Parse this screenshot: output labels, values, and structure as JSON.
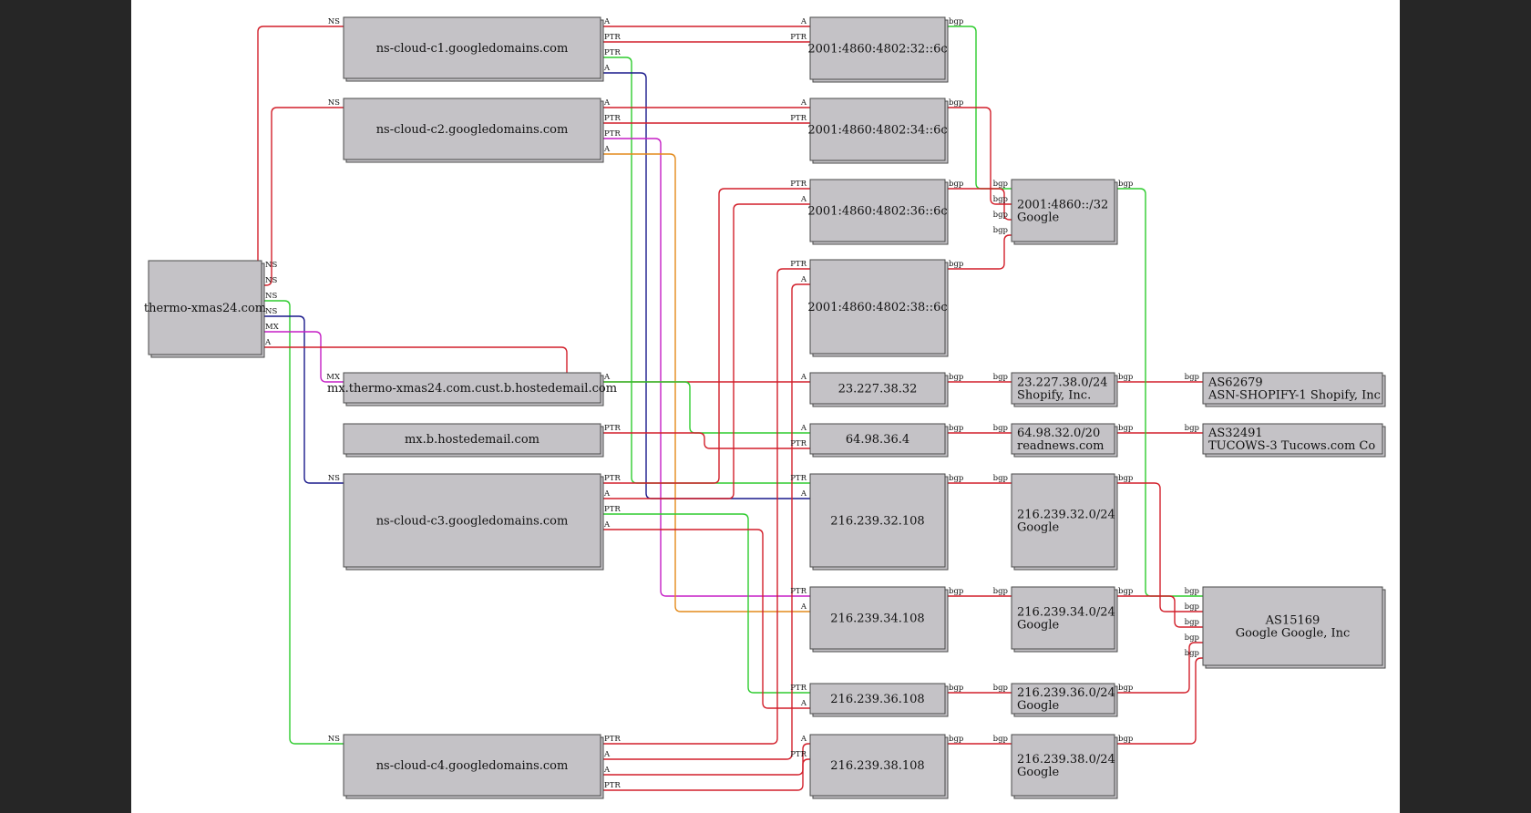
{
  "colors": {
    "red": "#d21f2a",
    "green": "#2ecc2e",
    "navy": "#1a1a8c",
    "magenta": "#c51fc5",
    "orange": "#e38a1b",
    "box_fill": "#c4c2c6",
    "background": "#262626"
  },
  "nodes": [
    {
      "id": "thermo",
      "lines": [
        "thermo-xmas24.com"
      ]
    },
    {
      "id": "c1",
      "lines": [
        "ns-cloud-c1.googledomains.com"
      ]
    },
    {
      "id": "c2",
      "lines": [
        "ns-cloud-c2.googledomains.com"
      ]
    },
    {
      "id": "mxth",
      "lines": [
        "mx.thermo-xmas24.com.cust.b.hostedemail.com"
      ]
    },
    {
      "id": "mxb",
      "lines": [
        "mx.b.hostedemail.com"
      ]
    },
    {
      "id": "c3",
      "lines": [
        "ns-cloud-c3.googledomains.com"
      ]
    },
    {
      "id": "c4",
      "lines": [
        "ns-cloud-c4.googledomains.com"
      ]
    },
    {
      "id": "ip6_32",
      "lines": [
        "2001:4860:4802:32::6c"
      ]
    },
    {
      "id": "ip6_34",
      "lines": [
        "2001:4860:4802:34::6c"
      ]
    },
    {
      "id": "ip6_36",
      "lines": [
        "2001:4860:4802:36::6c"
      ]
    },
    {
      "id": "ip6_38",
      "lines": [
        "2001:4860:4802:38::6c"
      ]
    },
    {
      "id": "ip_shop",
      "lines": [
        "23.227.38.32"
      ]
    },
    {
      "id": "ip_tuc",
      "lines": [
        "64.98.36.4"
      ]
    },
    {
      "id": "ip_32",
      "lines": [
        "216.239.32.108"
      ]
    },
    {
      "id": "ip_34",
      "lines": [
        "216.239.34.108"
      ]
    },
    {
      "id": "ip_36",
      "lines": [
        "216.239.36.108"
      ]
    },
    {
      "id": "ip_38",
      "lines": [
        "216.239.38.108"
      ]
    },
    {
      "id": "pfx6",
      "lines": [
        "2001:4860::/32",
        "Google"
      ]
    },
    {
      "id": "pfx_shop",
      "lines": [
        "23.227.38.0/24",
        "Shopify, Inc."
      ]
    },
    {
      "id": "pfx_tuc",
      "lines": [
        "64.98.32.0/20",
        "readnews.com"
      ]
    },
    {
      "id": "pfx_32",
      "lines": [
        "216.239.32.0/24",
        "Google"
      ]
    },
    {
      "id": "pfx_34",
      "lines": [
        "216.239.34.0/24",
        "Google"
      ]
    },
    {
      "id": "pfx_36",
      "lines": [
        "216.239.36.0/24",
        "Google"
      ]
    },
    {
      "id": "pfx_38",
      "lines": [
        "216.239.38.0/24",
        "Google"
      ]
    },
    {
      "id": "as_shop",
      "lines": [
        "AS62679",
        "ASN-SHOPIFY-1 Shopify, Inc"
      ]
    },
    {
      "id": "as_tuc",
      "lines": [
        "AS32491",
        "TUCOWS-3 Tucows.com Co"
      ]
    },
    {
      "id": "as_goog",
      "lines": [
        "AS15169",
        "Google Google, Inc"
      ]
    }
  ],
  "edges": [
    {
      "from": "thermo",
      "to": "c1",
      "labels": [
        "NS",
        "NS"
      ],
      "color": "red"
    },
    {
      "from": "thermo",
      "to": "c2",
      "labels": [
        "NS",
        "NS"
      ],
      "color": "red"
    },
    {
      "from": "thermo",
      "to": "c4",
      "labels": [
        "NS",
        "NS"
      ],
      "color": "green"
    },
    {
      "from": "thermo",
      "to": "c3",
      "labels": [
        "NS",
        "NS"
      ],
      "color": "navy"
    },
    {
      "from": "thermo",
      "to": "mxth",
      "labels": [
        "MX",
        "MX"
      ],
      "color": "magenta"
    },
    {
      "from": "thermo",
      "to": "ip_shop",
      "labels": [
        "A",
        "A"
      ],
      "color": "red"
    },
    {
      "from": "c1",
      "to": "ip6_32",
      "labels": [
        "A",
        "A"
      ],
      "color": "red"
    },
    {
      "from": "c1",
      "to": "ip6_32",
      "labels": [
        "PTR",
        "PTR"
      ],
      "color": "red"
    },
    {
      "from": "c1",
      "to": "ip_32",
      "labels": [
        "PTR",
        "PTR"
      ],
      "color": "green"
    },
    {
      "from": "c1",
      "to": "ip_32",
      "labels": [
        "A",
        "A"
      ],
      "color": "navy"
    },
    {
      "from": "c2",
      "to": "ip6_34",
      "labels": [
        "A",
        "A"
      ],
      "color": "red"
    },
    {
      "from": "c2",
      "to": "ip6_34",
      "labels": [
        "PTR",
        "PTR"
      ],
      "color": "red"
    },
    {
      "from": "c2",
      "to": "ip_34",
      "labels": [
        "PTR",
        "PTR"
      ],
      "color": "magenta"
    },
    {
      "from": "c2",
      "to": "ip_34",
      "labels": [
        "A",
        "A"
      ],
      "color": "orange"
    },
    {
      "from": "mxth",
      "to": "ip_tuc",
      "labels": [
        "A",
        "A"
      ],
      "color": "green"
    },
    {
      "from": "mxb",
      "to": "ip_tuc",
      "labels": [
        "PTR",
        "PTR"
      ],
      "color": "red"
    },
    {
      "from": "c3",
      "to": "ip6_36",
      "labels": [
        "PTR",
        "PTR"
      ],
      "color": "red"
    },
    {
      "from": "c3",
      "to": "ip6_36",
      "labels": [
        "A",
        "A"
      ],
      "color": "red"
    },
    {
      "from": "c3",
      "to": "ip_36",
      "labels": [
        "PTR",
        "PTR"
      ],
      "color": "green"
    },
    {
      "from": "c3",
      "to": "ip_36",
      "labels": [
        "A",
        "A"
      ],
      "color": "red"
    },
    {
      "from": "c4",
      "to": "ip6_38",
      "labels": [
        "PTR",
        "PTR"
      ],
      "color": "red"
    },
    {
      "from": "c4",
      "to": "ip6_38",
      "labels": [
        "A",
        "A"
      ],
      "color": "red"
    },
    {
      "from": "c4",
      "to": "ip_38",
      "labels": [
        "A",
        "A"
      ],
      "color": "red"
    },
    {
      "from": "c4",
      "to": "ip_38",
      "labels": [
        "PTR",
        "PTR"
      ],
      "color": "red"
    },
    {
      "from": "ip6_32",
      "to": "pfx6",
      "labels": [
        "bgp",
        "bgp"
      ],
      "color": "green"
    },
    {
      "from": "ip6_34",
      "to": "pfx6",
      "labels": [
        "bgp",
        "bgp"
      ],
      "color": "red"
    },
    {
      "from": "ip6_36",
      "to": "pfx6",
      "labels": [
        "bgp",
        "bgp"
      ],
      "color": "red"
    },
    {
      "from": "ip6_38",
      "to": "pfx6",
      "labels": [
        "bgp",
        "bgp"
      ],
      "color": "red"
    },
    {
      "from": "ip_shop",
      "to": "pfx_shop",
      "labels": [
        "bgp",
        "bgp"
      ],
      "color": "red"
    },
    {
      "from": "ip_tuc",
      "to": "pfx_tuc",
      "labels": [
        "bgp",
        "bgp"
      ],
      "color": "red"
    },
    {
      "from": "ip_32",
      "to": "pfx_32",
      "labels": [
        "bgp",
        "bgp"
      ],
      "color": "red"
    },
    {
      "from": "ip_34",
      "to": "pfx_34",
      "labels": [
        "bgp",
        "bgp"
      ],
      "color": "red"
    },
    {
      "from": "ip_36",
      "to": "pfx_36",
      "labels": [
        "bgp",
        "bgp"
      ],
      "color": "red"
    },
    {
      "from": "ip_38",
      "to": "pfx_38",
      "labels": [
        "bgp",
        "bgp"
      ],
      "color": "red"
    },
    {
      "from": "pfx_shop",
      "to": "as_shop",
      "labels": [
        "bgp",
        "bgp"
      ],
      "color": "red"
    },
    {
      "from": "pfx_tuc",
      "to": "as_tuc",
      "labels": [
        "bgp",
        "bgp"
      ],
      "color": "red"
    },
    {
      "from": "pfx6",
      "to": "as_goog",
      "labels": [
        "bgp",
        "bgp"
      ],
      "color": "green"
    },
    {
      "from": "pfx_32",
      "to": "as_goog",
      "labels": [
        "bgp",
        "bgp"
      ],
      "color": "red"
    },
    {
      "from": "pfx_34",
      "to": "as_goog",
      "labels": [
        "bgp",
        "bgp"
      ],
      "color": "red"
    },
    {
      "from": "pfx_36",
      "to": "as_goog",
      "labels": [
        "bgp",
        "bgp"
      ],
      "color": "red"
    },
    {
      "from": "pfx_38",
      "to": "as_goog",
      "labels": [
        "bgp",
        "bgp"
      ],
      "color": "red"
    }
  ]
}
